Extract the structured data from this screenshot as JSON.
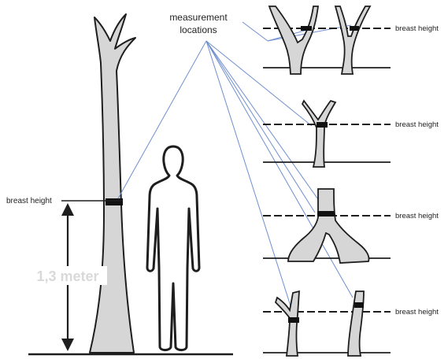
{
  "title": {
    "line1": "measurement",
    "line2": "locations"
  },
  "labels": {
    "breast_height_left": "breast height",
    "breast_height_1": "breast height",
    "breast_height_2": "breast height",
    "breast_height_3": "breast height",
    "breast_height_4": "breast height"
  },
  "height_label": "1,3 meter",
  "colors": {
    "trunk_fill": "#d6d6d6",
    "outline": "#1e1e1e",
    "pointer_line": "#6f8fcf",
    "band": "#111111",
    "height_text": "#d9d9d9"
  }
}
